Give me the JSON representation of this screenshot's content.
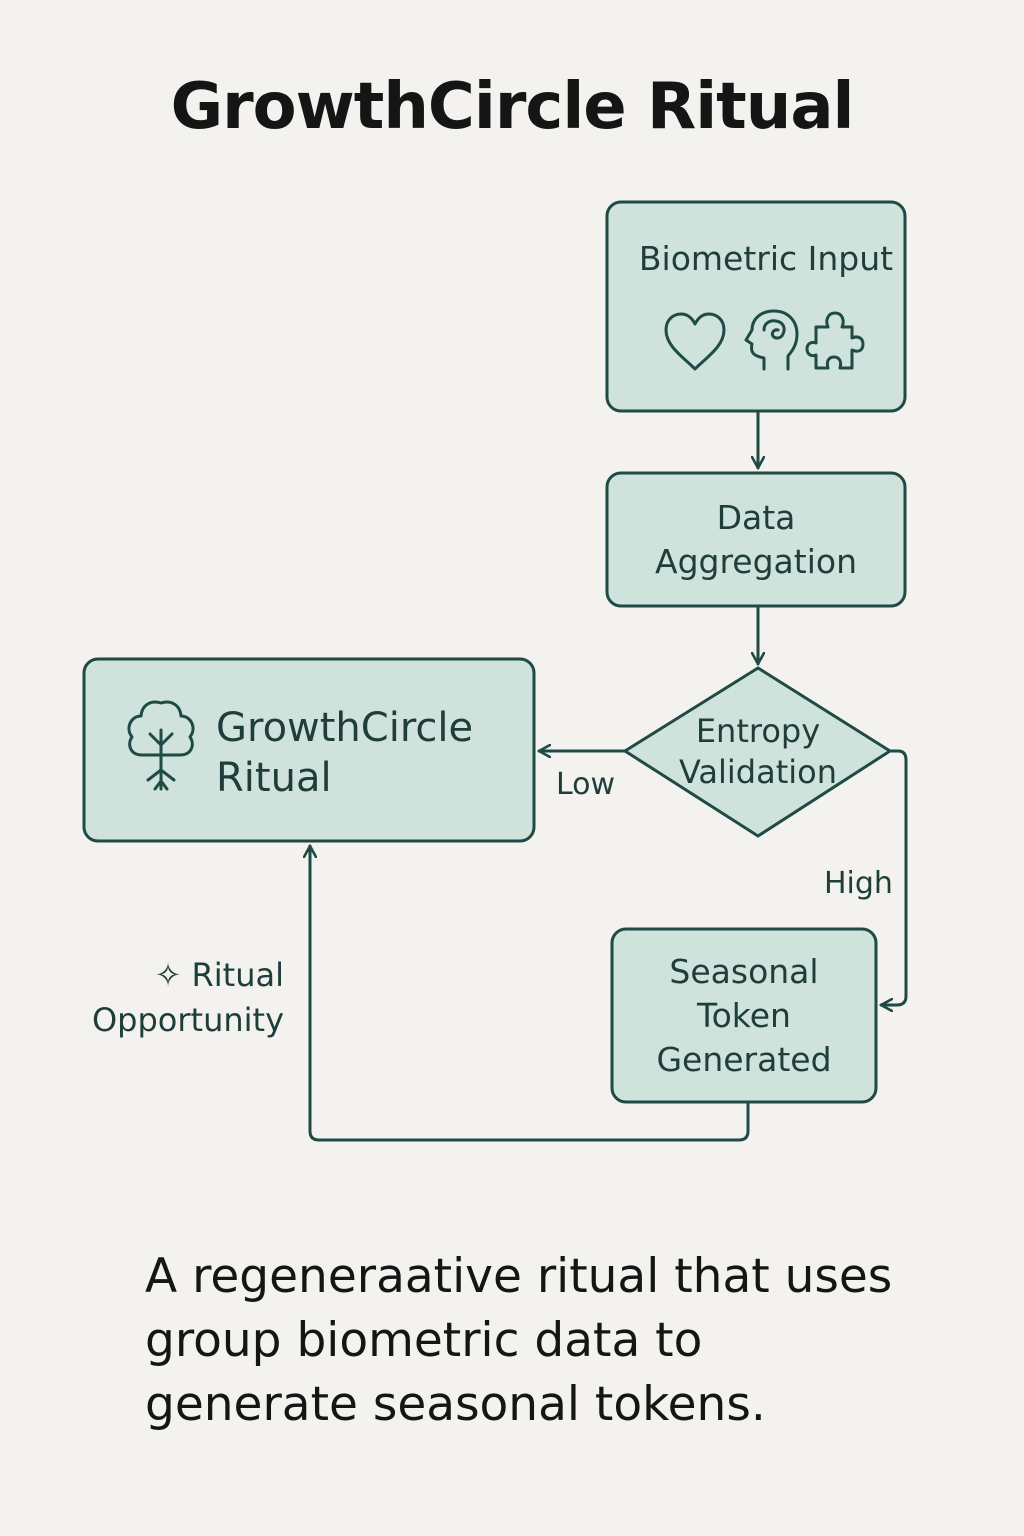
{
  "title": "GrowthCircle Ritual",
  "nodes": {
    "biometric_input": {
      "label": "Biometric Input",
      "icons": [
        "heart-icon",
        "head-brain-icon",
        "puzzle-piece-icon"
      ]
    },
    "data_aggregation": {
      "line1": "Data",
      "line2": "Aggregation"
    },
    "entropy_validation": {
      "line1": "Entropy",
      "line2": "Validation"
    },
    "growthcircle_ritual": {
      "line1": "GrowthCircle",
      "line2": "Ritual",
      "icon": "tree-icon"
    },
    "seasonal_token": {
      "line1": "Seasonal",
      "line2": "Token",
      "line3": "Generated"
    }
  },
  "edges": {
    "low_label": "Low",
    "high_label": "High",
    "ritual_opportunity": {
      "glyph": "✧",
      "line1": "Ritual",
      "line2": "Opportunity"
    }
  },
  "caption": "A regeneraative ritual that uses group biometric data to generate seasonal tokens.",
  "colors": {
    "background": "#f3f2ee",
    "node_fill": "#cfe2dc",
    "stroke": "#1f4a45",
    "text": "#1f3d3a"
  }
}
